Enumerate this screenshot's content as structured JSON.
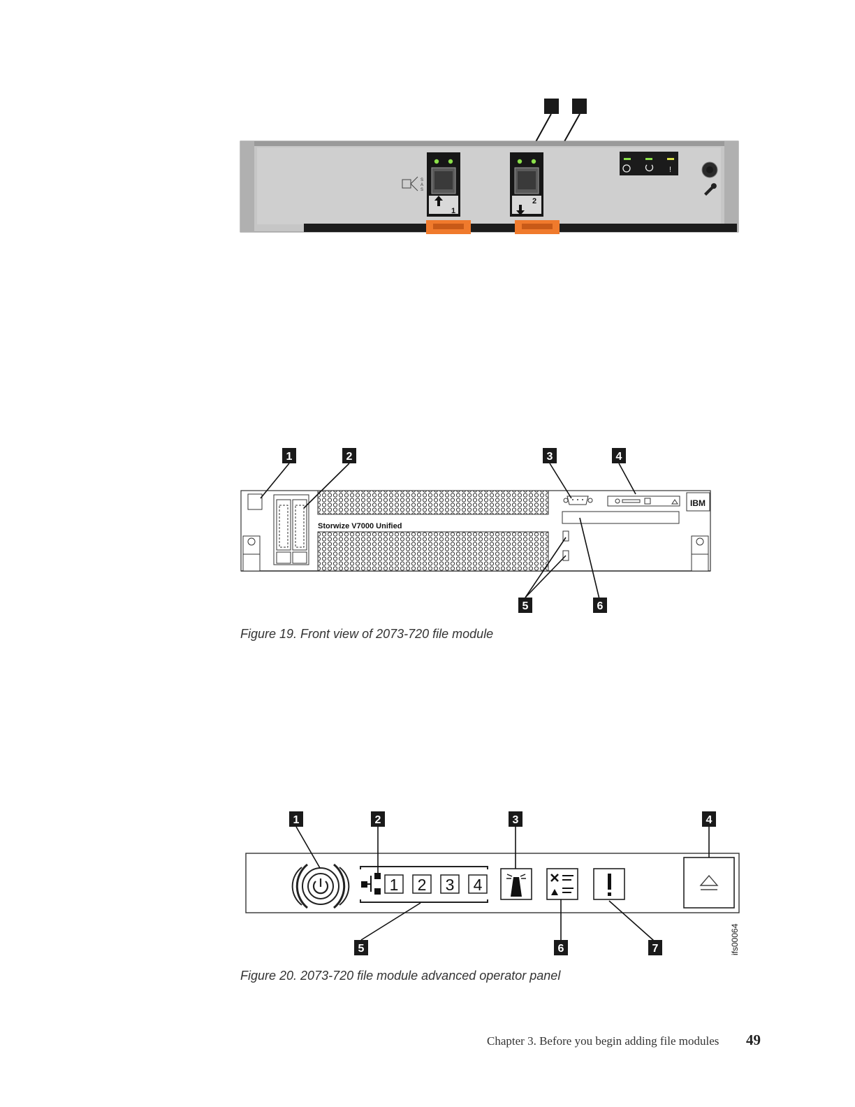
{
  "figure18": {
    "port_labels": [
      "1",
      "2"
    ],
    "colors": {
      "led_green": "#8be04a",
      "orange_tab": "#f07a2c",
      "chassis": "#c6c6c6"
    }
  },
  "figure19": {
    "callouts": [
      "1",
      "2",
      "3",
      "4",
      "5",
      "6"
    ],
    "brand_text": "Storwize V7000 Unified",
    "logo_text": "IBM",
    "caption": "Figure 19. Front view of 2073-720 file module"
  },
  "figure20": {
    "callouts": [
      "1",
      "2",
      "3",
      "4",
      "5",
      "6",
      "7"
    ],
    "port_numbers": [
      "1",
      "2",
      "3",
      "4"
    ],
    "image_id": "ifs00064",
    "caption": "Figure 20. 2073-720 file module advanced operator panel",
    "icons": [
      "power-icon",
      "network-activity-icon",
      "locator-icon",
      "check-log-icon",
      "system-error-icon",
      "eject-icon"
    ]
  },
  "footer": {
    "chapter_text": "Chapter 3. Before you begin adding file modules",
    "page_number": "49"
  }
}
